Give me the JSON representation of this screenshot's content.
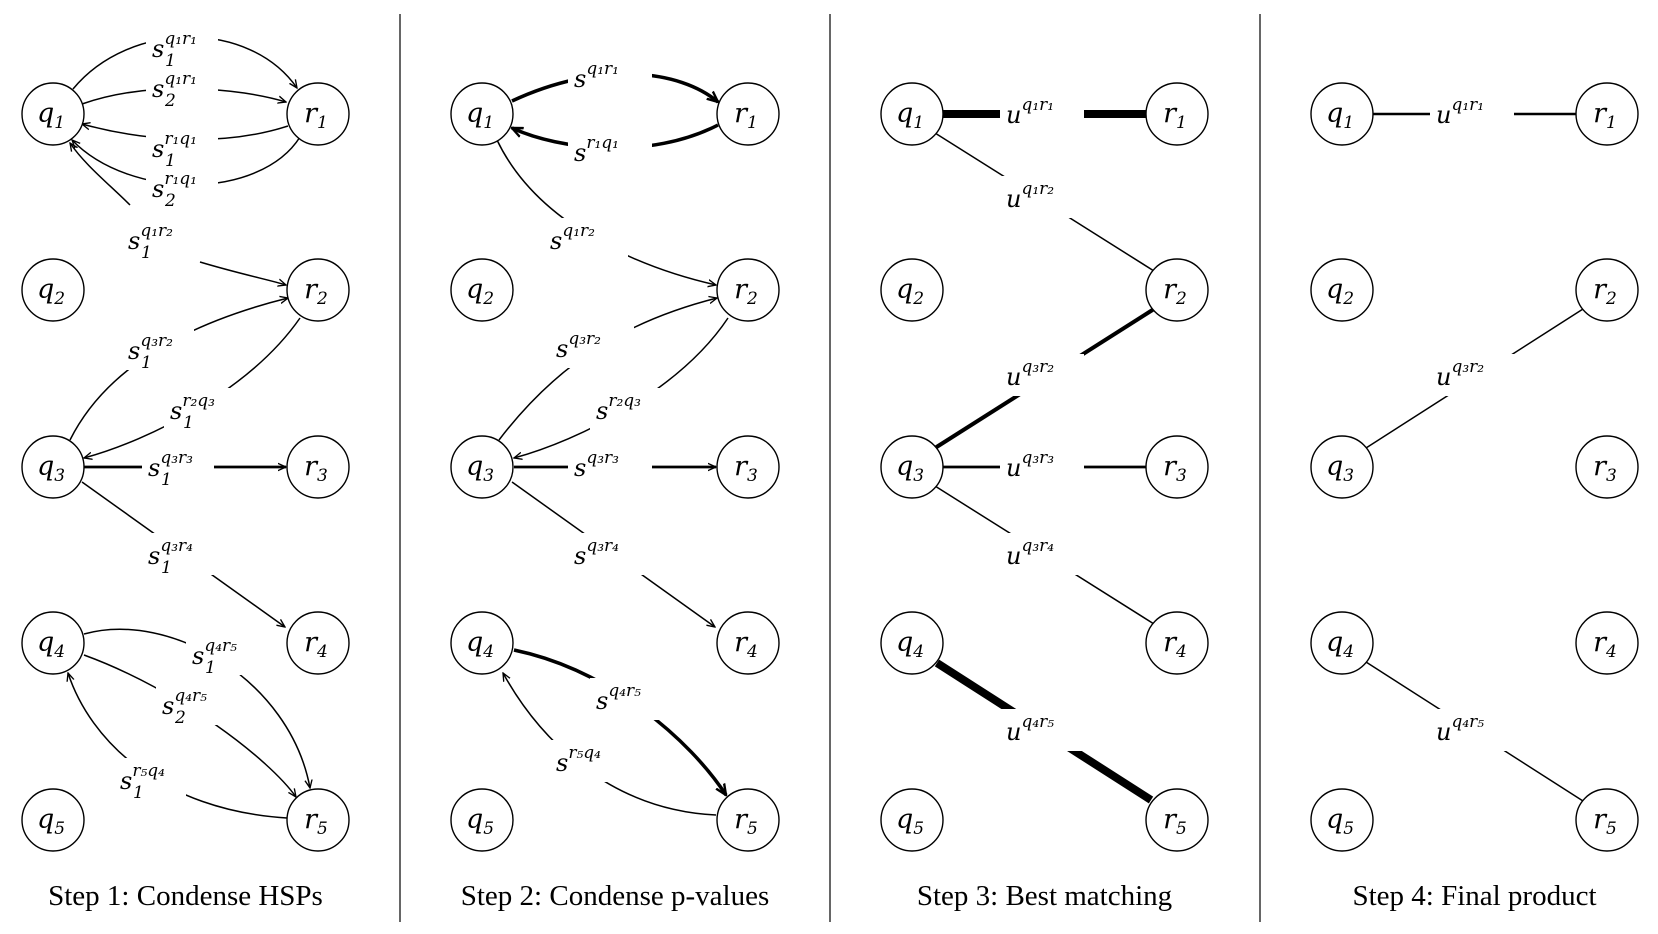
{
  "panels": [
    {
      "caption": "Step 1: Condense HSPs",
      "nodes": {
        "q1": [
          "q",
          "1"
        ],
        "q2": [
          "q",
          "2"
        ],
        "q3": [
          "q",
          "3"
        ],
        "q4": [
          "q",
          "4"
        ],
        "q5": [
          "q",
          "5"
        ],
        "r1": [
          "r",
          "1"
        ],
        "r2": [
          "r",
          "2"
        ],
        "r3": [
          "r",
          "3"
        ],
        "r4": [
          "r",
          "4"
        ],
        "r5": [
          "r",
          "5"
        ]
      },
      "edge_labels": [
        {
          "base": "s",
          "sub": "1",
          "sup": "q₁r₁"
        },
        {
          "base": "s",
          "sub": "2",
          "sup": "q₁r₁"
        },
        {
          "base": "s",
          "sub": "1",
          "sup": "r₁q₁"
        },
        {
          "base": "s",
          "sub": "2",
          "sup": "r₁q₁"
        },
        {
          "base": "s",
          "sub": "1",
          "sup": "q₁r₂"
        },
        {
          "base": "s",
          "sub": "1",
          "sup": "q₃r₂"
        },
        {
          "base": "s",
          "sub": "1",
          "sup": "r₂q₃"
        },
        {
          "base": "s",
          "sub": "1",
          "sup": "q₃r₃"
        },
        {
          "base": "s",
          "sub": "1",
          "sup": "q₃r₄"
        },
        {
          "base": "s",
          "sub": "1",
          "sup": "q₄r₅"
        },
        {
          "base": "s",
          "sub": "2",
          "sup": "q₄r₅"
        },
        {
          "base": "s",
          "sub": "1",
          "sup": "r₅q₄"
        }
      ]
    },
    {
      "caption": "Step 2: Condense p-values",
      "nodes": {
        "q1": [
          "q",
          "1"
        ],
        "q2": [
          "q",
          "2"
        ],
        "q3": [
          "q",
          "3"
        ],
        "q4": [
          "q",
          "4"
        ],
        "q5": [
          "q",
          "5"
        ],
        "r1": [
          "r",
          "1"
        ],
        "r2": [
          "r",
          "2"
        ],
        "r3": [
          "r",
          "3"
        ],
        "r4": [
          "r",
          "4"
        ],
        "r5": [
          "r",
          "5"
        ]
      },
      "edge_labels": [
        {
          "base": "s",
          "sup": "q₁r₁"
        },
        {
          "base": "s",
          "sup": "r₁q₁"
        },
        {
          "base": "s",
          "sup": "q₁r₂"
        },
        {
          "base": "s",
          "sup": "q₃r₂"
        },
        {
          "base": "s",
          "sup": "r₂q₃"
        },
        {
          "base": "s",
          "sup": "q₃r₃"
        },
        {
          "base": "s",
          "sup": "q₃r₄"
        },
        {
          "base": "s",
          "sup": "q₄r₅"
        },
        {
          "base": "s",
          "sup": "r₅q₄"
        }
      ]
    },
    {
      "caption": "Step 3: Best matching",
      "nodes": {
        "q1": [
          "q",
          "1"
        ],
        "q2": [
          "q",
          "2"
        ],
        "q3": [
          "q",
          "3"
        ],
        "q4": [
          "q",
          "4"
        ],
        "q5": [
          "q",
          "5"
        ],
        "r1": [
          "r",
          "1"
        ],
        "r2": [
          "r",
          "2"
        ],
        "r3": [
          "r",
          "3"
        ],
        "r4": [
          "r",
          "4"
        ],
        "r5": [
          "r",
          "5"
        ]
      },
      "edge_labels": [
        {
          "base": "u",
          "sup": "q₁r₁"
        },
        {
          "base": "u",
          "sup": "q₁r₂"
        },
        {
          "base": "u",
          "sup": "q₃r₂"
        },
        {
          "base": "u",
          "sup": "q₃r₃"
        },
        {
          "base": "u",
          "sup": "q₃r₄"
        },
        {
          "base": "u",
          "sup": "q₄r₅"
        }
      ]
    },
    {
      "caption": "Step 4: Final product",
      "nodes": {
        "q1": [
          "q",
          "1"
        ],
        "q2": [
          "q",
          "2"
        ],
        "q3": [
          "q",
          "3"
        ],
        "q4": [
          "q",
          "4"
        ],
        "q5": [
          "q",
          "5"
        ],
        "r1": [
          "r",
          "1"
        ],
        "r2": [
          "r",
          "2"
        ],
        "r3": [
          "r",
          "3"
        ],
        "r4": [
          "r",
          "4"
        ],
        "r5": [
          "r",
          "5"
        ]
      },
      "edge_labels": [
        {
          "base": "u",
          "sup": "q₁r₁"
        },
        {
          "base": "u",
          "sup": "q₃r₂"
        },
        {
          "base": "u",
          "sup": "q₄r₅"
        }
      ]
    }
  ]
}
